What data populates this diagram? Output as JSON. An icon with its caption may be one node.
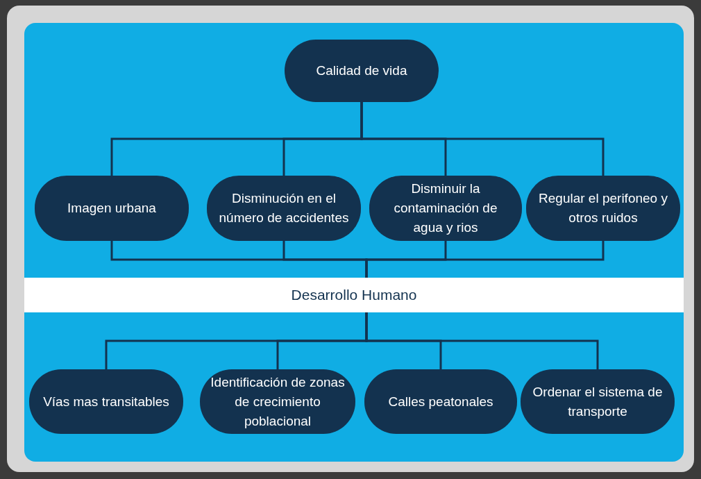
{
  "diagram": {
    "nodes": [
      {
        "text": [
          "Calidad de vida"
        ]
      },
      {
        "text": [
          "Imagen urbana"
        ]
      },
      {
        "text": [
          "Disminución en el número de accidentes"
        ]
      },
      {
        "text": [
          "Disminuir la contaminación de agua y rios"
        ]
      },
      {
        "text": [
          "Regular el perifoneo y otros ruidos"
        ]
      },
      {
        "text": [
          "Desarrollo Humano"
        ]
      },
      {
        "text": [
          "Vías mas transitables"
        ]
      },
      {
        "text": [
          "Identificación de zonas de crecimiento poblacional"
        ]
      },
      {
        "text": [
          "Calles peatonales"
        ]
      },
      {
        "text": [
          "Ordenar el sistema de transporte"
        ]
      }
    ],
    "edges": [
      {
        "from": 0,
        "to": 1,
        "arrow": "none"
      },
      {
        "from": 0,
        "to": 2,
        "arrow": "none"
      },
      {
        "from": 0,
        "to": 3,
        "arrow": "none"
      },
      {
        "from": 0,
        "to": 4,
        "arrow": "none"
      },
      {
        "from": 1,
        "to": 5,
        "arrow": "none"
      },
      {
        "from": 2,
        "to": 5,
        "arrow": "none"
      },
      {
        "from": 3,
        "to": 5,
        "arrow": "none"
      },
      {
        "from": 4,
        "to": 5,
        "arrow": "none"
      },
      {
        "from": 5,
        "to": 6,
        "arrow": "none"
      },
      {
        "from": 5,
        "to": 7,
        "arrow": "none"
      },
      {
        "from": 5,
        "to": 8,
        "arrow": "none"
      },
      {
        "from": 5,
        "to": 9,
        "arrow": "none"
      }
    ]
  }
}
